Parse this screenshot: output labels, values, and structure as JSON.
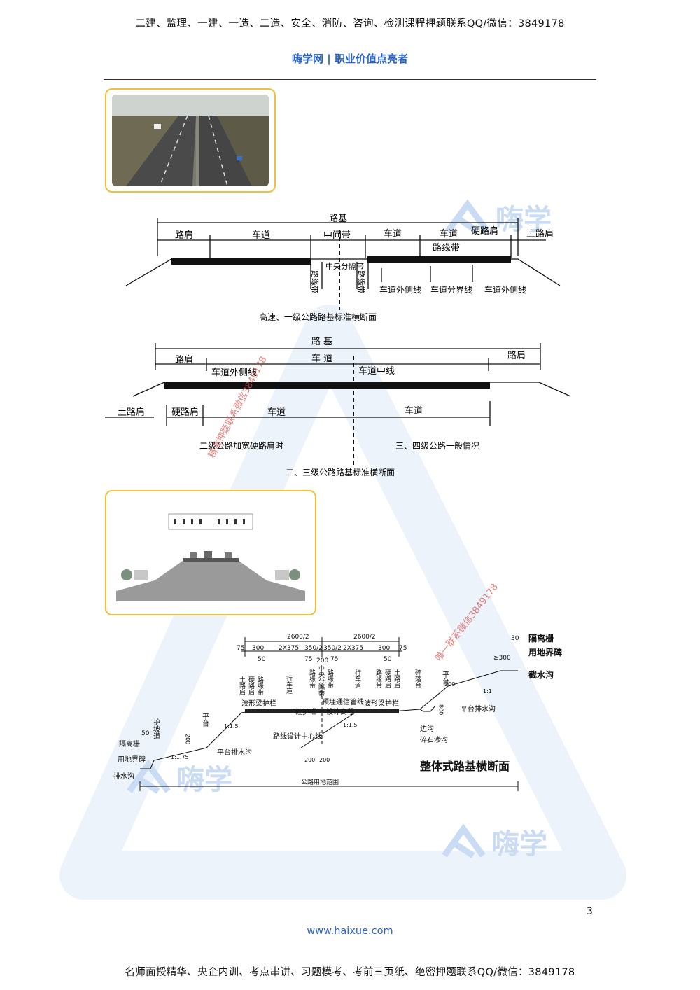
{
  "header": {
    "top_banner": "二建、监理、一建、一造、二造、安全、消防、咨询、检测课程押题联系QQ/微信：3849178",
    "brand": "嗨学网 | 职业价值点亮者"
  },
  "watermark": {
    "logo_text": "嗨学",
    "diagonal_text_1": "精准押题联系微信3849178",
    "diagonal_text_2": "唯一联系微信3849178"
  },
  "diagram1": {
    "caption": "高速、一级公路路基标准横断面",
    "labels": {
      "subgrade": "路基",
      "shoulder": "路肩",
      "lane_left": "车道",
      "median": "中间带",
      "lane_mid": "车道",
      "lane_right": "车道",
      "hard_shoulder": "硬路肩",
      "earth_shoulder": "土路肩",
      "edge_strip_top": "路缘带",
      "edge_strip_left": "路缘带",
      "central_divider": "中央分隔带",
      "edge_strip_right": "路缘带",
      "lane_outer_line_1": "车道外侧线",
      "lane_divider_line": "车道分界线",
      "lane_outer_line_2": "车道外侧线"
    }
  },
  "diagram2": {
    "caption": "二、三级公路路基标准横断面",
    "labels": {
      "subgrade": "路      基",
      "shoulder_left": "路肩",
      "carriageway": "车                    道",
      "shoulder_right": "路肩",
      "lane_outer_line": "车道外侧线",
      "lane_center_line": "车道中线",
      "earth_shoulder": "土路肩",
      "hard_shoulder": "硬路肩",
      "lane_left": "车道",
      "lane_right": "车道",
      "note_left": "二级公路加宽硬路肩时",
      "note_right": "三、四级公路一般情况"
    }
  },
  "diagram3": {
    "title": "整体式路基横断面",
    "dims": [
      "2600/2",
      "2600/2",
      "75",
      "300",
      "2X375",
      "350/2",
      "350/2",
      "2X375",
      "300",
      "75",
      "50",
      "75",
      "200",
      "75",
      "50",
      "30",
      "≥300",
      "50"
    ],
    "labels": {
      "isolation_fence": "隔离栅",
      "boundary_marker": "用地界碑",
      "intercept_ditch": "截水沟",
      "platform": "平台",
      "platform_drain": "平台排水沟",
      "side_ditch": "边沟",
      "gravel_seepage": "碎石渗沟",
      "wave_guardrail_left": "波形梁护栏",
      "concrete_barrier": "砼护栏",
      "conduit": "预埋通信管线",
      "design_elevation": "设计高程",
      "wave_guardrail_right": "波形梁护栏",
      "route_centerline": "路线设计中心线",
      "slope_road": "护坡道",
      "platform_left": "平台",
      "platform_drain_left": "平台排水沟",
      "fence_left": "隔离栅",
      "boundary_left": "用地界碑",
      "drain_left": "排水沟",
      "land_range": "公路用地范围",
      "cols": [
        "土路肩",
        "硬路肩",
        "路缘带",
        "行车道",
        "路缘带",
        "中央分隔带",
        "路缘带",
        "行车道",
        "路缘带",
        "硬路肩",
        "土路肩",
        "碎落台"
      ],
      "slopes": [
        "1:1.5",
        "1:1.5",
        "1:1.75",
        "1:1"
      ],
      "dims_vertical": [
        "200",
        "200",
        "800"
      ],
      "bottom_dims": [
        "200",
        "200"
      ]
    }
  },
  "footer": {
    "page_number": "3",
    "site": "www.haixue.com",
    "bottom_banner": "名师面授精华、央企内训、考点串讲、习题模考、考前三页纸、绝密押题联系QQ/微信：3849178"
  },
  "colors": {
    "brand_blue": "#2a62c9",
    "photo_frame": "#f2bf3a",
    "watermark": "#c9dcf3",
    "stamp_red": "#d9534f"
  }
}
